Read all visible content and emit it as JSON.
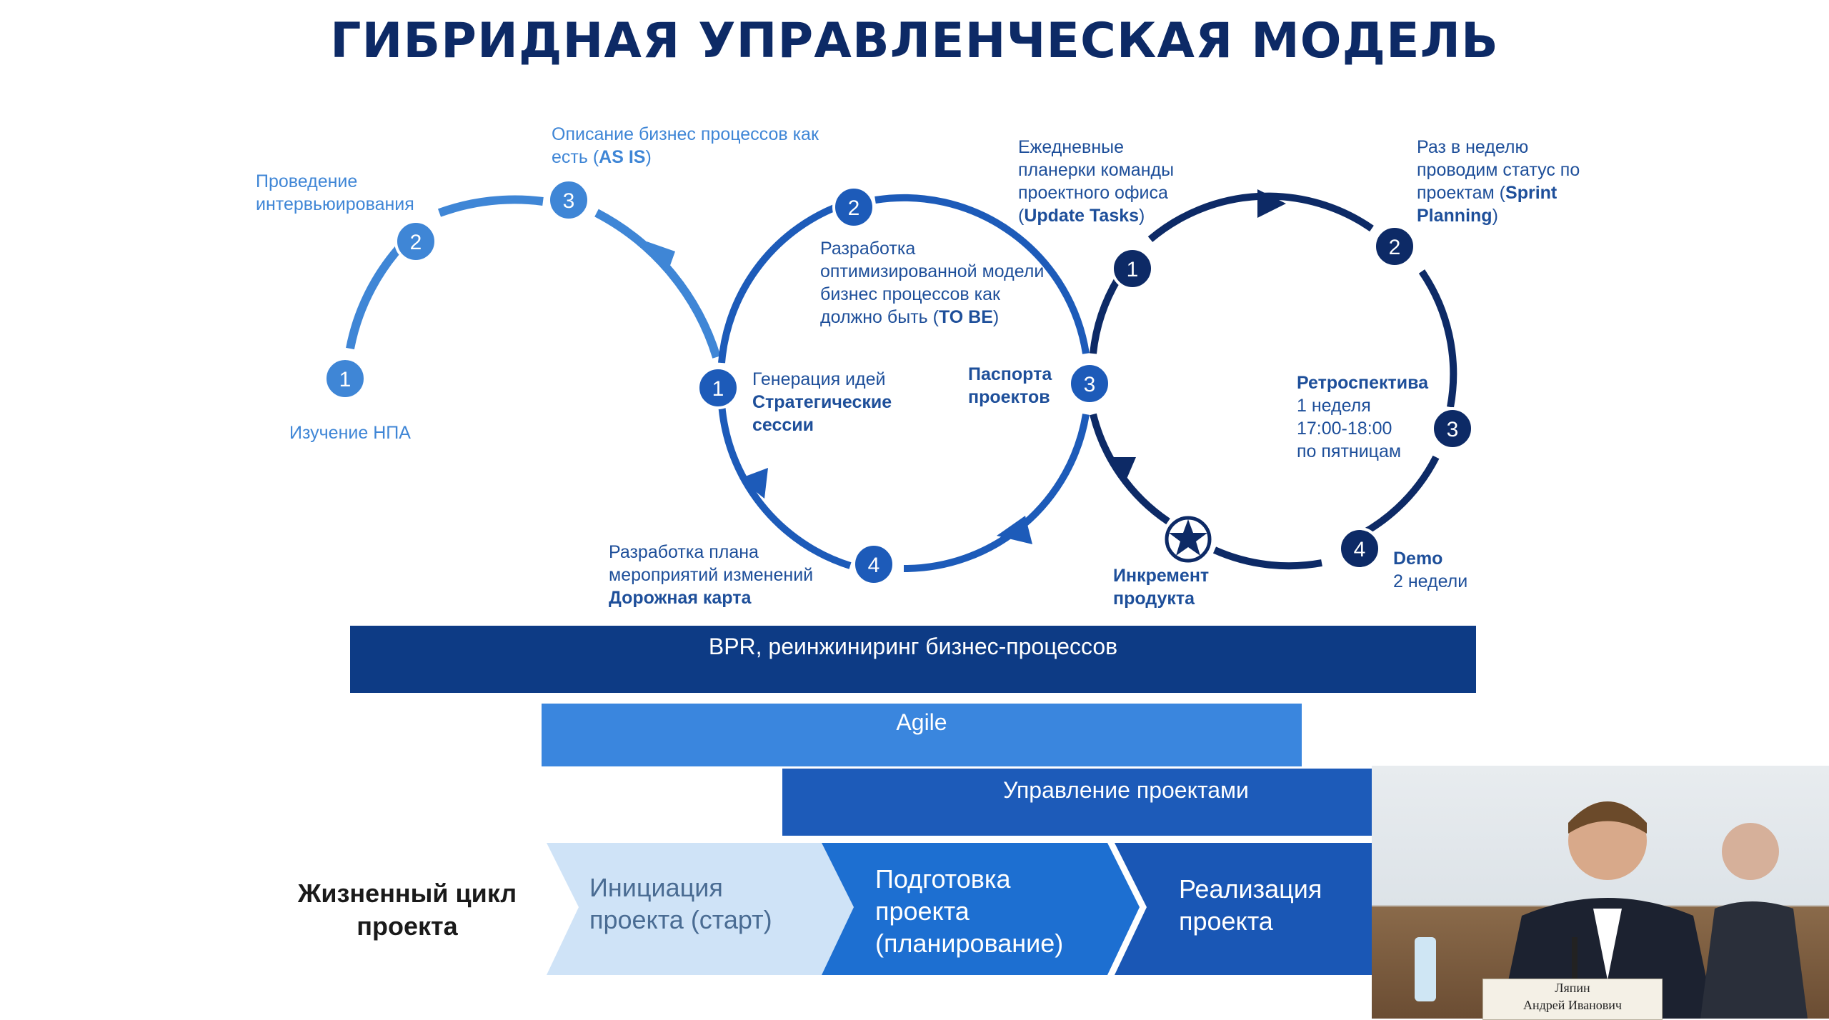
{
  "title": "ГИБРИДНАЯ УПРАВЛЕНЧЕСКАЯ МОДЕЛЬ",
  "colors": {
    "dark": "#0d2a66",
    "mid": "#1d5bb9",
    "light": "#3f86d6",
    "pale": "#cfe3f7"
  },
  "cycle_left": {
    "steps": [
      {
        "num": "1",
        "text": "Изучение НПА"
      },
      {
        "num": "2",
        "text": "Проведение интервьюирования"
      },
      {
        "num": "3",
        "text": "Описание бизнес процессов как есть",
        "bold": "AS IS"
      }
    ]
  },
  "cycle_mid": {
    "s1_num": "1",
    "s1_text": "Генерация идей",
    "s1_bold": "Стратегические сессии",
    "s2_num": "2",
    "s2_text": "Разработка оптимизированной модели бизнес процессов как должно быть",
    "s2_bold": "TO BE",
    "s3_num": "3",
    "s3_bold": "Паспорта проектов",
    "s4_num": "4",
    "s4_text": "Разработка плана мероприятий изменений",
    "s4_bold": "Дорожная карта"
  },
  "cycle_right": {
    "s1_num": "1",
    "s1_text": "Ежедневные планерки команды проектного офиса",
    "s1_bold": "Update Tasks",
    "s2_num": "2",
    "s2_text": "Раз в неделю проводим статус по проектам",
    "s2_bold": "Sprint Planning",
    "s3_num": "3",
    "s3_bold": "Ретроспектива",
    "s3_text1": "1 неделя",
    "s3_text2": "17:00-18:00",
    "s3_text3": "по пятницам",
    "s4_num": "4",
    "s4_bold": "Demo",
    "s4_text": "2 недели",
    "star_bold": "Инкремент продукта",
    "star_icon": "star-icon"
  },
  "bars": {
    "bpr": "BPR, реинжиниринг бизнес-процессов",
    "agile": "Agile",
    "pm": "Управление проектами"
  },
  "lifecycle": {
    "label": "Жизненный цикл проекта",
    "stages": [
      "Инициация проекта  (старт)",
      "Подготовка проекта (планирование)",
      "Реализация проекта"
    ]
  },
  "video": {
    "name_plate_line1": "Ляпин",
    "name_plate_line2": "Андрей Иванович"
  }
}
